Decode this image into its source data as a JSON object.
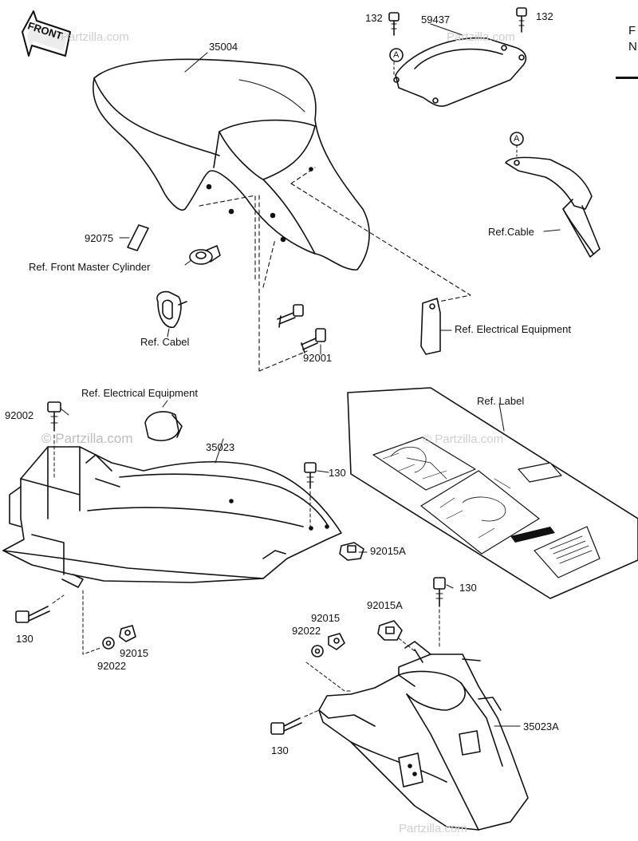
{
  "labels": {
    "p35004": "35004",
    "p132_left": "132",
    "p59437": "59437",
    "p132_right": "132",
    "p92075": "92075",
    "ref_front_master_cylinder": "Ref. Front Master Cylinder",
    "ref_cable": "Ref.Cable",
    "ref_cabel": "Ref. Cabel",
    "ref_electrical_equipment_1": "Ref. Electrical Equipment",
    "p92001": "92001",
    "ref_electrical_equipment_2": "Ref. Electrical Equipment",
    "p92002": "92002",
    "p35023": "35023",
    "ref_label": "Ref. Label",
    "p130_a": "130",
    "p92015A_a": "92015A",
    "p130_b": "130",
    "p92015_a": "92015",
    "p92022_a": "92022",
    "p130_c": "130",
    "p92015A_b": "92015A",
    "p92015_b": "92015",
    "p92022_b": "92022",
    "p35023A": "35023A",
    "p130_d": "130",
    "marker_a1": "A",
    "marker_a2": "A",
    "front_arrow": "FRONT",
    "edge_text_1": "F",
    "edge_text_2": "N"
  },
  "watermarks": {
    "w1": "Partzilla.com",
    "w2": "Partzilla.com",
    "w3": "© Partzilla.com",
    "w4": "© Partzilla.com",
    "w5": "Partzilla.com"
  }
}
